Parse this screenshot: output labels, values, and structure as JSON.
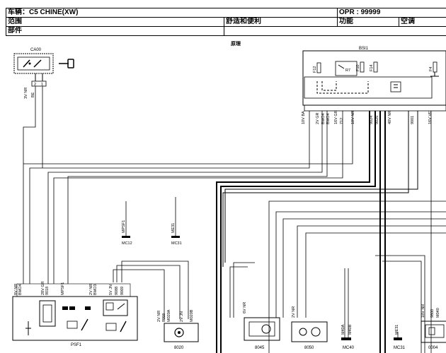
{
  "header": {
    "vehicle_label": "车辆：C5 CHINE(XW)",
    "opr_label": "OPR : 99999",
    "scope_label": "范围",
    "scope_value": "舒适和便利",
    "function_label": "功能",
    "function_value": "空调",
    "part_label": "部件",
    "principle_label": "原理"
  },
  "components": {
    "ca00": "CA00",
    "bsi1": "BSI1",
    "psf1": "PSF1",
    "c8020": "8020",
    "c8045": "8045",
    "c8050": "8050",
    "mc40": "MC40",
    "mc31_bottom": "MC31",
    "c0004": "0004",
    "mc12": "MC12",
    "mc31_mid": "MC31",
    "r7": "R7"
  },
  "ground_labels": {
    "mpsf1": "MPSF1",
    "me31": "ME31",
    "m40a": "M40A",
    "m40b": "M40B",
    "me31b": "ME31"
  },
  "fuses": {
    "f12": "F12",
    "f10": "F10",
    "f14": "F14",
    "f4": "F4"
  },
  "connectors": {
    "ca00_conn": "3V NR",
    "ca00_wire": "BE",
    "ca00_pin": "2",
    "ca00_pin2": "1",
    "bsi_c1": "10V BA",
    "bsi_c2": "2V GR",
    "bsi_c3": "16V GR",
    "bsi_c4": "10V NR",
    "bsi_c5": "40V NR",
    "bsi_c6": "16V VE",
    "bsi_w1": "BMO4",
    "bsi_w2": "BMO4",
    "bsi_w3": "712",
    "bsi_w4": "9024",
    "bsi_w5": "9025",
    "bsi_w6": "9001",
    "psf_c1": "8V NR",
    "psf_c2": "28V GR",
    "psf_c3": "2V NR",
    "psf_c4": "5V JN",
    "psf_w1": "BMO4",
    "psf_w2": "9018",
    "psf_w3": "MPSF1",
    "psf_w4": "BMO3",
    "psf_w5": "9088",
    "psf_w6": "9069",
    "c8020_c1": "2V NR",
    "c8020_c2": "2V JN",
    "c8020_w1": "8058",
    "c8020_w2": "M020A",
    "c8020_w3": "M020B",
    "c8045_c": "6V NR",
    "c8050_c": "2V NR",
    "c0004_c": "18V NR",
    "c0004_w1": "9800",
    "c0004_w2": "M040"
  },
  "line_colors": {
    "wire": "#000000",
    "dashed": "#000000"
  }
}
